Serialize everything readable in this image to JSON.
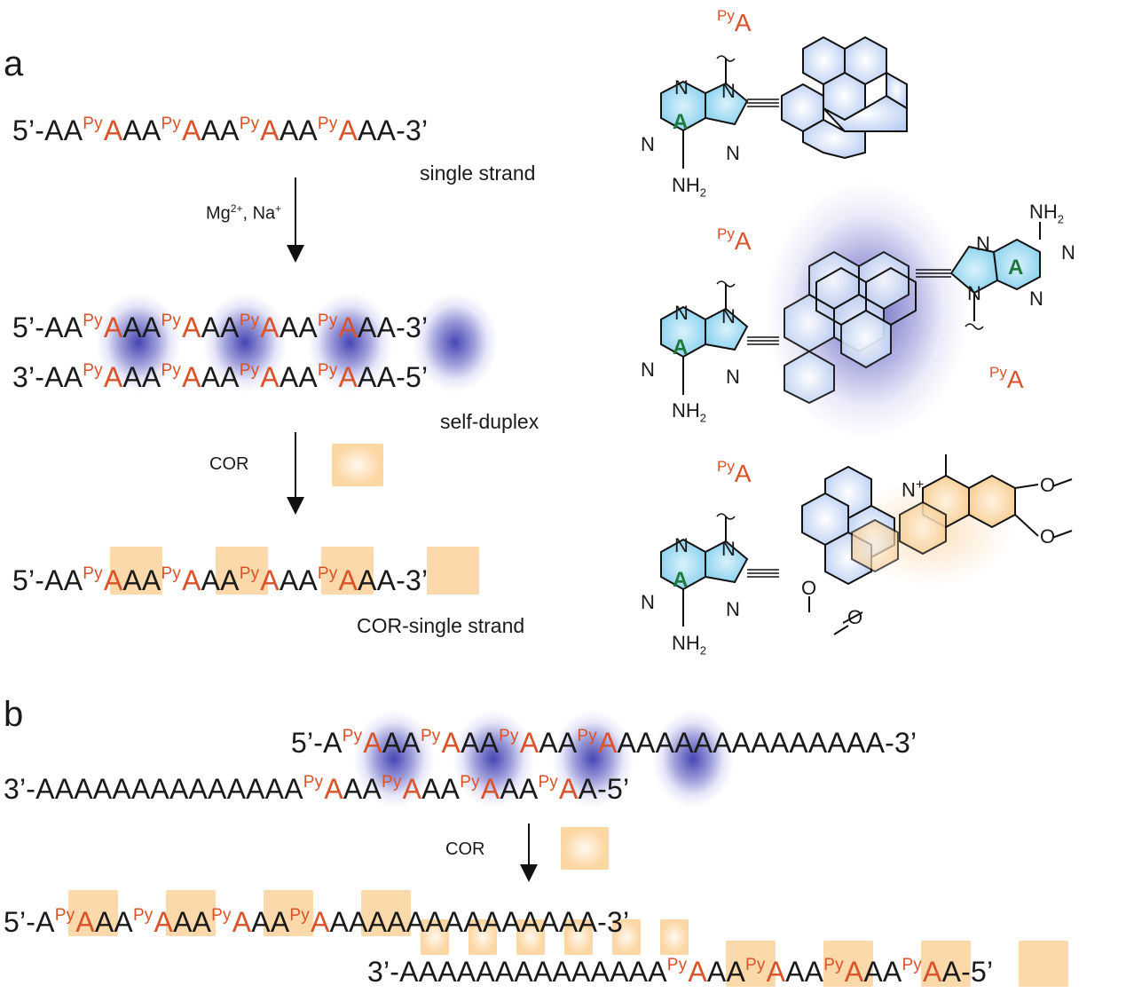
{
  "panel_a": {
    "letter": "a",
    "ss_5": "5’-",
    "ss_3": "-3’",
    "ds_5": "5’-",
    "ds_3": "-3’",
    "ds2_5": "3’-",
    "ds2_3": "-5’",
    "cor_5": "5’-",
    "cor_3": "-3’",
    "filler": "AA",
    "py": "Py",
    "modA": "A",
    "caption_single": "single strand",
    "caption_duplex": "self-duplex",
    "caption_cor": "COR-single strand",
    "cond_ions": "Mg",
    "cond_ions_sup1": "2+",
    "cond_ions_mid": ", Na",
    "cond_ions_sup2": "+",
    "cond_cor": "COR"
  },
  "panel_b": {
    "letter": "b",
    "top_prefix": "5’-A",
    "top_suffix": "AAAAAAAAAAAAAA-3’",
    "bot_prefix": "3’-AAAAAAAAAAAAAA",
    "bot_suffix": "A-5’",
    "cor_top_prefix": "5’-A",
    "cor_top_suffix": "AAAAAAAAAAAAAA-3’",
    "cor_bot_prefix": "3’-AAAAAAAAAAAAAA",
    "cor_bot_suffix": "A-5’",
    "mid": "AA",
    "py": "Py",
    "modA": "A",
    "cond_cor": "COR"
  },
  "structures": {
    "py_label": "Py",
    "A_label": "A",
    "N": "N",
    "NH2": "NH",
    "NH2_sub": "2",
    "O": "O",
    "plus": "+",
    "base_letter": "A"
  },
  "colors": {
    "modified_base": "#d9532a",
    "pyrene_glow": "#3c3caf",
    "cor_box": "#fbd9aa",
    "adenine_fill": "#8fd3f0",
    "base_letter": "#1e7a3c"
  }
}
